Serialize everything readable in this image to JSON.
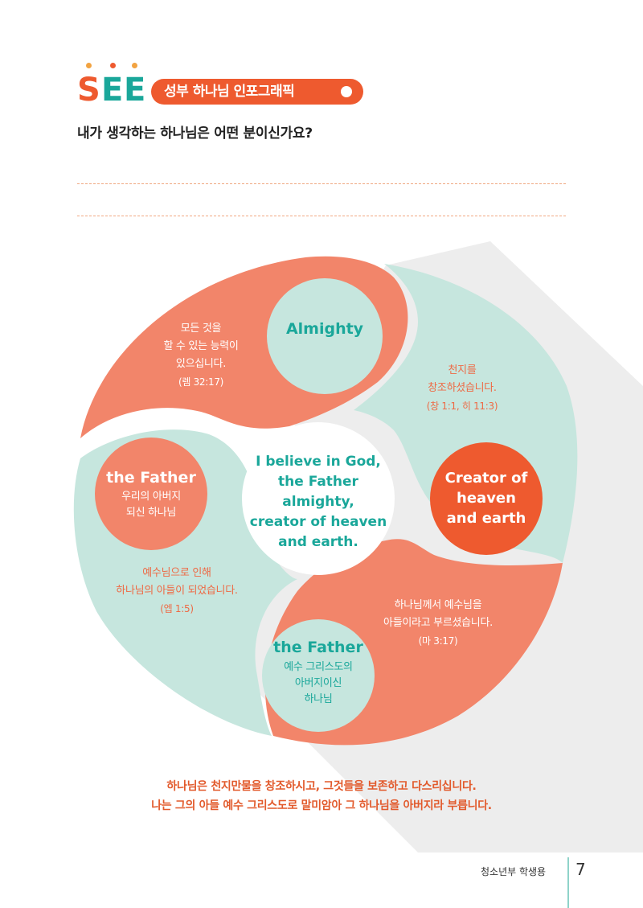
{
  "header": {
    "logo_letters": [
      "S",
      "E",
      "E"
    ],
    "section_title": "성부 하나님 인포그래픽"
  },
  "question": "내가 생각하는 하나님은 어떤 분이신가요?",
  "center": {
    "lines": [
      "I believe in God,",
      "the Father",
      "almighty,",
      "creator of heaven",
      "and earth."
    ]
  },
  "almighty": {
    "title": "Almighty",
    "desc": [
      "모든 것을",
      "할 수 있는 능력이",
      "있으십니다."
    ],
    "ref": "(렘 32:17)"
  },
  "creator": {
    "title": [
      "Creator of",
      "heaven",
      "and earth"
    ],
    "desc": [
      "천지를",
      "창조하셨습니다."
    ],
    "ref": "(창 1:1, 히 11:3)"
  },
  "father_left": {
    "title": "the Father",
    "sub": [
      "우리의 아버지",
      "되신 하나님"
    ],
    "desc": [
      "예수님으로 인해",
      "하나님의 아들이 되었습니다."
    ],
    "ref": "(엡 1:5)"
  },
  "father_bottom": {
    "title": "the Father",
    "sub": [
      "예수 그리스도의",
      "아버지이신",
      "하나님"
    ],
    "desc": [
      "하나님께서 예수님을",
      "아들이라고 부르셨습니다."
    ],
    "ref": "(마 3:17)"
  },
  "footer": {
    "lines": [
      "하나님은 천지만물을 창조하시고, 그것들을 보존하고 다스리십니다.",
      "나는 그의 아들 예수 그리스도로 말미암아 그 하나님을 아버지라 부릅니다."
    ],
    "book_label": "청소년부 학생용",
    "page_number": "7"
  },
  "colors": {
    "coral": "#f2856a",
    "mint": "#c6e6de",
    "orange": "#ee5a2f",
    "teal": "#1aa79a",
    "shadow": "#ededed"
  }
}
